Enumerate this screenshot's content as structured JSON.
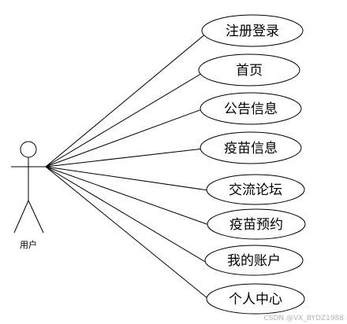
{
  "actor": {
    "label": "用户"
  },
  "use_cases": [
    {
      "label": "注册登录"
    },
    {
      "label": "首页"
    },
    {
      "label": "公告信息"
    },
    {
      "label": "疫苗信息"
    },
    {
      "label": "交流论坛"
    },
    {
      "label": "疫苗预约"
    },
    {
      "label": "我的账户"
    },
    {
      "label": "个人中心"
    }
  ],
  "watermark": "CSDN @VX_BYDZ1988",
  "colors": {
    "stroke": "#000000",
    "background": "#ffffff",
    "watermark": "#b5b5b5"
  }
}
